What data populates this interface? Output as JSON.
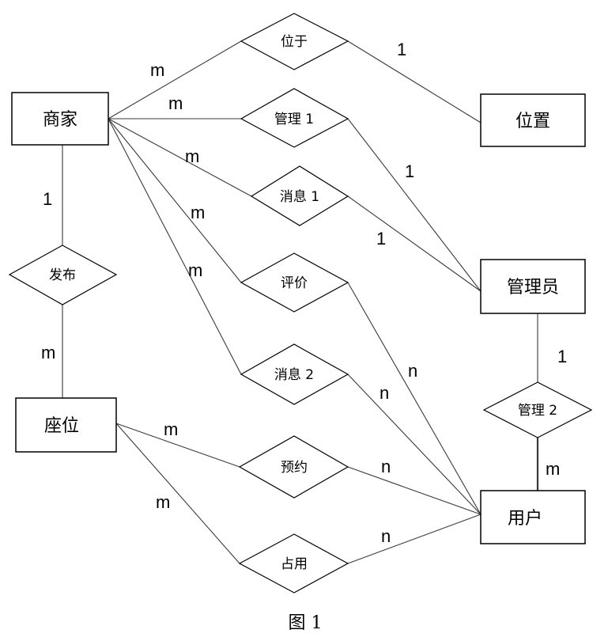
{
  "entities": {
    "merchant": "商家",
    "location": "位置",
    "admin": "管理员",
    "seat": "座位",
    "user": "用户"
  },
  "relationships": {
    "located_at": "位于",
    "manage1": "管理 1",
    "message1": "消息 1",
    "publish": "发布",
    "review": "评价",
    "message2": "消息 2",
    "manage2": "管理 2",
    "reserve": "预约",
    "occupy": "占用"
  },
  "cardinalities": {
    "merchant_located_at": "m",
    "located_at_location": "1",
    "merchant_manage1": "m",
    "manage1_admin": "1",
    "merchant_message1": "m",
    "message1_admin": "1",
    "merchant_review": "m",
    "merchant_message2": "m",
    "merchant_publish": "1",
    "publish_seat": "m",
    "review_user": "n",
    "message2_user": "n",
    "admin_manage2": "1",
    "manage2_user": "m",
    "seat_reserve": "m",
    "reserve_user": "n",
    "seat_occupy": "m",
    "occupy_user": "n"
  },
  "caption": "图 1"
}
